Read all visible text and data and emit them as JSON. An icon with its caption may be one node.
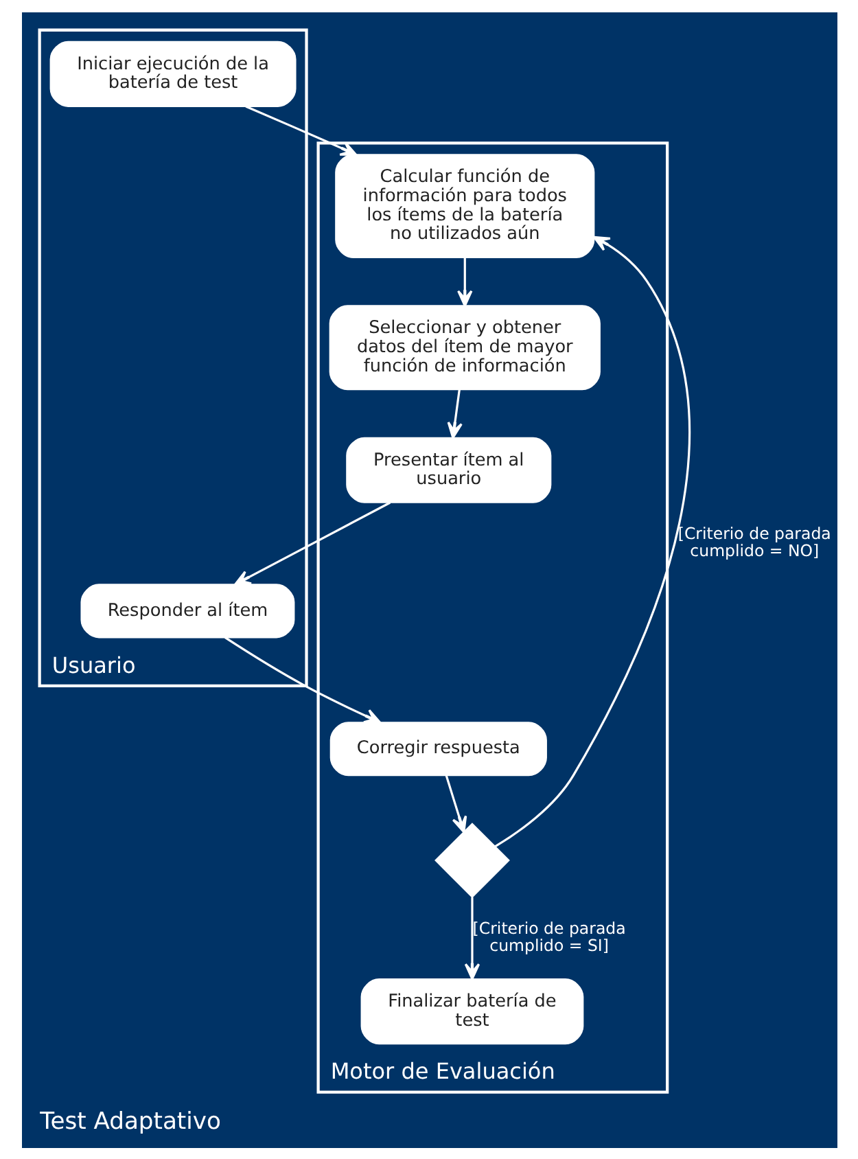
{
  "diagram": {
    "caption": "Test Adaptativo",
    "nodes": [
      {
        "text": [
          "Usuario"
        ]
      },
      {
        "text": [
          "Iniciar ejecución de la batería de test"
        ],
        "in": 0
      },
      {
        "text": [
          "Responder al ítem"
        ],
        "in": 0
      },
      {
        "text": [
          "Motor de Evaluación"
        ]
      },
      {
        "text": [
          "Calcular función de información para todos los ítems de la batería no utilizados aún"
        ],
        "in": 3
      },
      {
        "text": [
          "Seleccionar y obtener datos del ítem de mayor función de información"
        ],
        "in": 3
      },
      {
        "text": [
          "Presentar ítem al usuario"
        ],
        "in": 3
      },
      {
        "text": [
          "Corregir respuesta"
        ],
        "in": 3
      },
      {
        "text": [],
        "shape": "diamond",
        "in": 3
      },
      {
        "text": [
          "Finalizar batería de test"
        ],
        "in": 3
      }
    ],
    "edges": [
      {
        "from": 1,
        "to": 4,
        "arrow": "to"
      },
      {
        "from": 4,
        "to": 5,
        "arrow": "to"
      },
      {
        "from": 5,
        "to": 6,
        "arrow": "to"
      },
      {
        "from": 6,
        "to": 2,
        "arrow": "to"
      },
      {
        "from": 2,
        "to": 7,
        "arrow": "to"
      },
      {
        "from": 7,
        "to": 8,
        "arrow": "to"
      },
      {
        "from": 8,
        "to": 4,
        "arrow": "to",
        "label": "[Criterio de parada cumplido = NO]"
      },
      {
        "from": 8,
        "to": 9,
        "arrow": "to",
        "label": "[Criterio de parada cumplido = SI]"
      }
    ]
  }
}
